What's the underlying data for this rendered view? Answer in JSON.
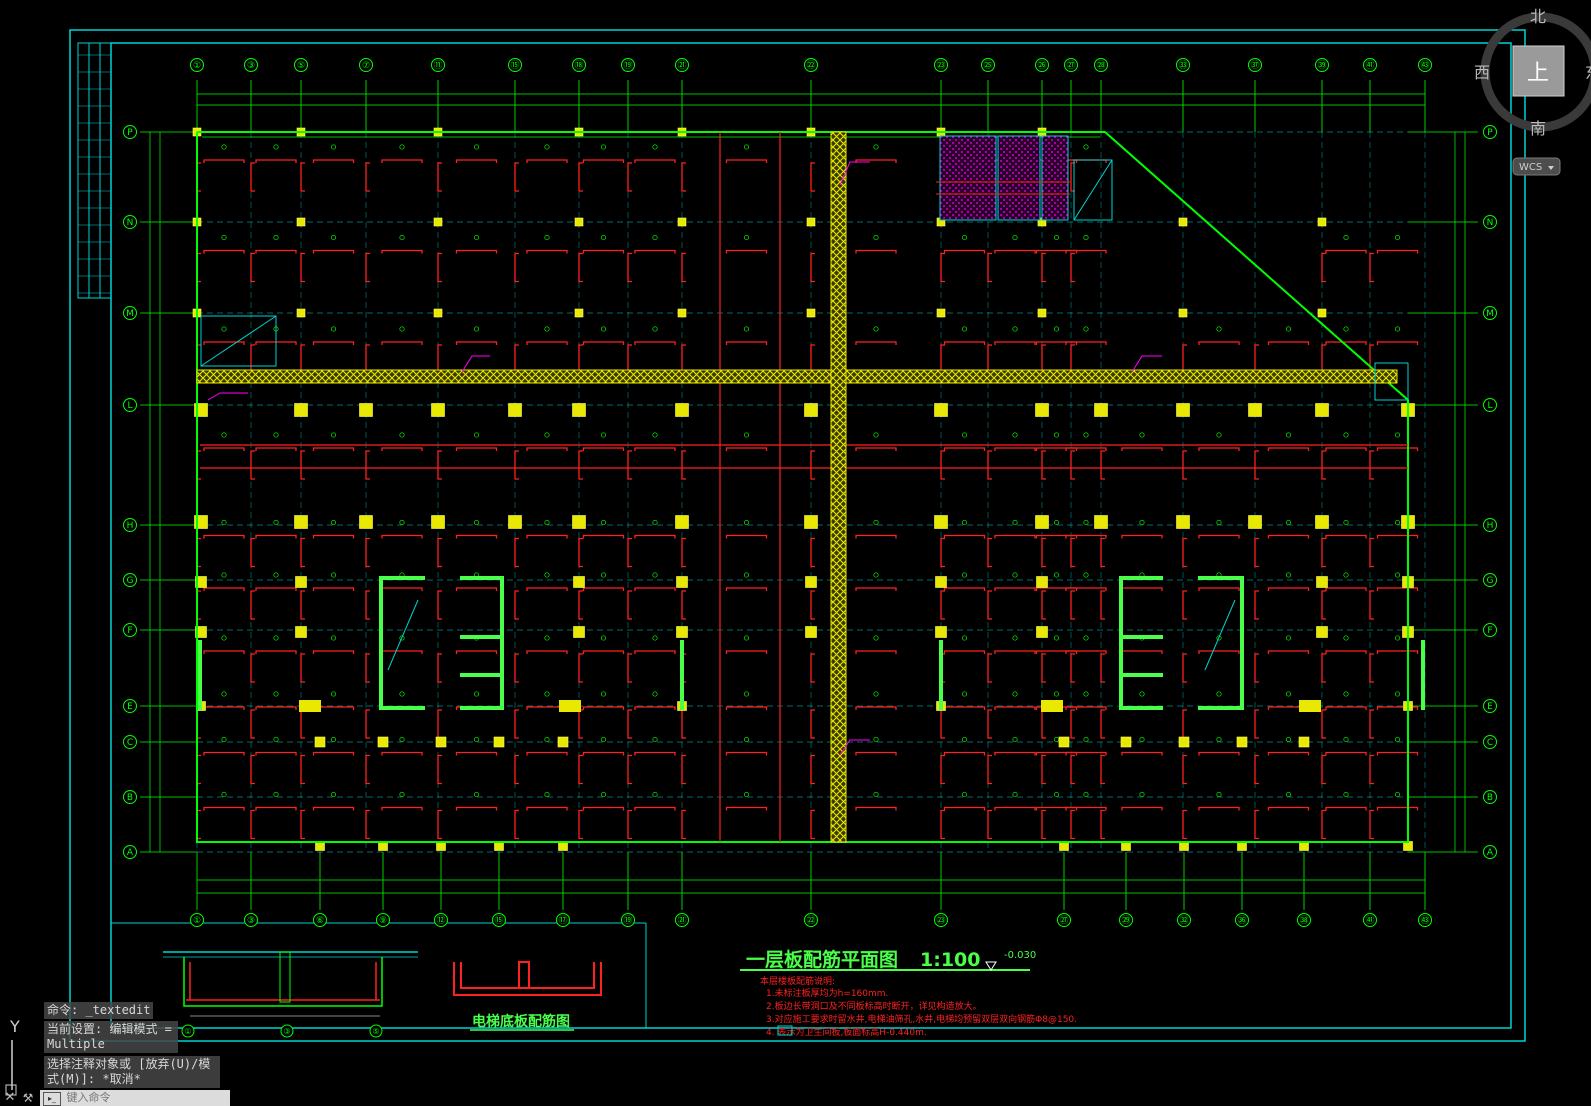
{
  "drawing": {
    "title": "一层板配筋平面图",
    "scale": "1:100",
    "elevation": "-0.030",
    "elevator_title": "电梯底板配筋图",
    "notes_heading": "本层楼板配筋说明:",
    "notes": [
      "1.未标注板厚均为h=160mm.",
      "2.板边长带洞口及不同板标高时断开，详见构造放大。",
      "3.对应施工要求时留水井,电梯油筛孔,水井,电梯均预留双层双向钢筋Φ8@150.",
      "4.      表示为卫生间板,板面标高H-0.440m."
    ],
    "axes_top": [
      "①",
      "③",
      "⑤",
      "⑦",
      "⑪",
      "⑮",
      "⑱",
      "⑲",
      "㉑",
      "㉒",
      "㉓",
      "㉕",
      "㉖",
      "㉗",
      "㉘",
      "㉝",
      "㊲",
      "㊴",
      "㊶",
      "㊸"
    ],
    "axes_bottom": [
      "①",
      "③",
      "⑥",
      "⑨",
      "⑫",
      "⑮",
      "⑰",
      "⑲",
      "㉑",
      "㉒",
      "㉓",
      "㉗",
      "㉙",
      "㉜",
      "㊱",
      "㊳",
      "㊶",
      "㊸"
    ],
    "axes_side": [
      "P",
      "N",
      "M",
      "L",
      "H",
      "G",
      "F",
      "E",
      "C",
      "B",
      "A"
    ]
  },
  "viewcube": {
    "north": "北",
    "south": "南",
    "west": "西",
    "east": "东",
    "top_face": "上",
    "wcs_label": "WCS"
  },
  "ucs": {
    "y_label": "Y"
  },
  "command": {
    "history": [
      "命令: _textedit",
      "当前设置: 编辑模式 = Multiple",
      "选择注释对象或 [放弃(U)/模式(M)]: *取消*"
    ],
    "input_placeholder": "键入命令"
  },
  "colors": {
    "background": "#000000",
    "frame_cyan": "#00d4d4",
    "axis_green": "#00ff00",
    "column_yellow": "#e8e800",
    "rebar_red": "#ff2020",
    "hatch_magenta": "#ff00ff",
    "dim_gray": "#b4b4b4"
  }
}
